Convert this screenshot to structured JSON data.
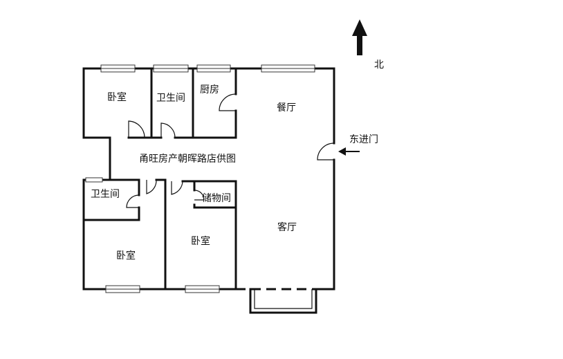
{
  "compass": {
    "north_label": "北",
    "icon": "north-arrow-icon"
  },
  "entrance": {
    "label": "东进门",
    "icon": "entrance-arrow-icon"
  },
  "watermark": "甬旺房产朝晖路店供图",
  "rooms": {
    "bedroom_nw": "卧室",
    "bathroom_n": "卫生间",
    "kitchen": "厨房",
    "dining": "餐厅",
    "bathroom_w": "卫生间",
    "storage": "储物间",
    "living": "客厅",
    "bedroom_sw": "卧室",
    "bedroom_s": "卧室"
  },
  "colors": {
    "wall": "#111111",
    "window": "#333333",
    "background": "#ffffff"
  }
}
